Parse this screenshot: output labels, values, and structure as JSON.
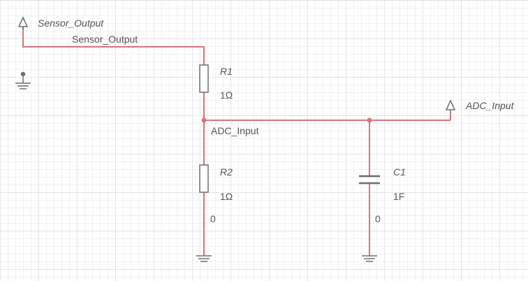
{
  "colors": {
    "background": "#ffffff",
    "grid_minor": "#f0f0f0",
    "grid_major": "#e3e3e3",
    "wire": "#d9737f",
    "junction": "#d9737f",
    "component": "#6f6f6f",
    "text": "#555555"
  },
  "ports": [
    {
      "id": "sensor-port",
      "label": "Sensor_Output",
      "icon": "net-port-icon"
    },
    {
      "id": "adc-port",
      "label": "ADC_Input",
      "icon": "net-port-icon"
    }
  ],
  "nets": {
    "sensor": "Sensor_Output",
    "adc": "ADC_Input",
    "ground_r2": "0",
    "ground_c1": "0"
  },
  "components": {
    "r1": {
      "ref": "R1",
      "value": "1Ω",
      "icon": "resistor-icon"
    },
    "r2": {
      "ref": "R2",
      "value": "1Ω",
      "icon": "resistor-icon"
    },
    "c1": {
      "ref": "C1",
      "value": "1F",
      "icon": "capacitor-icon"
    }
  },
  "grounds": [
    "ground-icon",
    "ground-icon",
    "ground-icon"
  ]
}
